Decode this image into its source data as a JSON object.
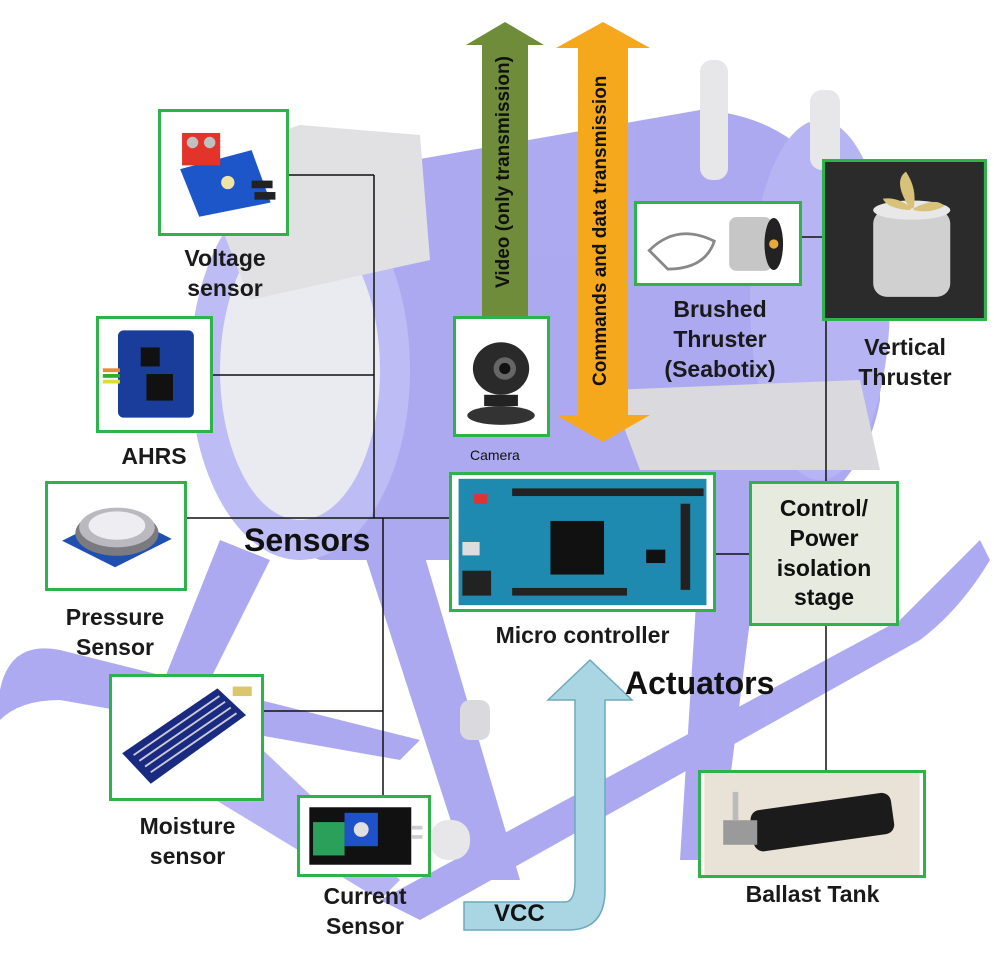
{
  "diagram": {
    "groups": {
      "sensors": "Sensors",
      "actuators": "Actuators"
    },
    "nodes": {
      "voltage_sensor": "Voltage\nsensor",
      "ahrs": "AHRS",
      "pressure_sensor": "Pressure\nSensor",
      "moisture_sensor": "Moisture\nsensor",
      "current_sensor": "Current\nSensor",
      "camera": "Camera",
      "micro_controller": "Micro controller",
      "isolation_stage": "Control/\nPower\nisolation\nstage",
      "brushed_thruster": "Brushed\nThruster\n(Seabotix)",
      "vertical_thruster": "Vertical\nThruster",
      "ballast_tank": "Ballast Tank"
    },
    "arrows": {
      "video": "Video (only transmission)",
      "commands": "Commands and data transmission",
      "vcc": "VCC"
    },
    "colors": {
      "box_border": "#2db34a",
      "robot_body": "#6a64e6",
      "video_arrow": "#6e8c3a",
      "commands_arrow": "#f5a81c",
      "vcc_arrow": "#a9d6e2",
      "isolation_fill": "#e6eadf"
    }
  }
}
